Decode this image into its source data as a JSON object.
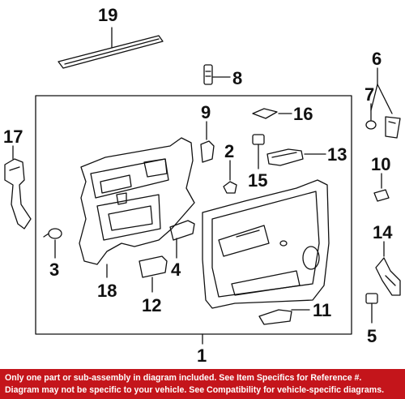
{
  "callouts": {
    "c1": "1",
    "c2": "2",
    "c3": "3",
    "c4": "4",
    "c5": "5",
    "c6": "6",
    "c7": "7",
    "c8": "8",
    "c9": "9",
    "c10": "10",
    "c11": "11",
    "c12": "12",
    "c13": "13",
    "c14": "14",
    "c15": "15",
    "c16": "16",
    "c17": "17",
    "c18": "18",
    "c19": "19"
  },
  "disclaimer": {
    "line1": "Only one part or sub-assembly in diagram included. See Item Specifics for Reference #.",
    "line2": "Diagram may not be specific to your vehicle. See Compatibility for vehicle-specific diagrams."
  },
  "colors": {
    "banner": "#c4151b",
    "banner_text": "#ffffff",
    "line": "#111111"
  }
}
